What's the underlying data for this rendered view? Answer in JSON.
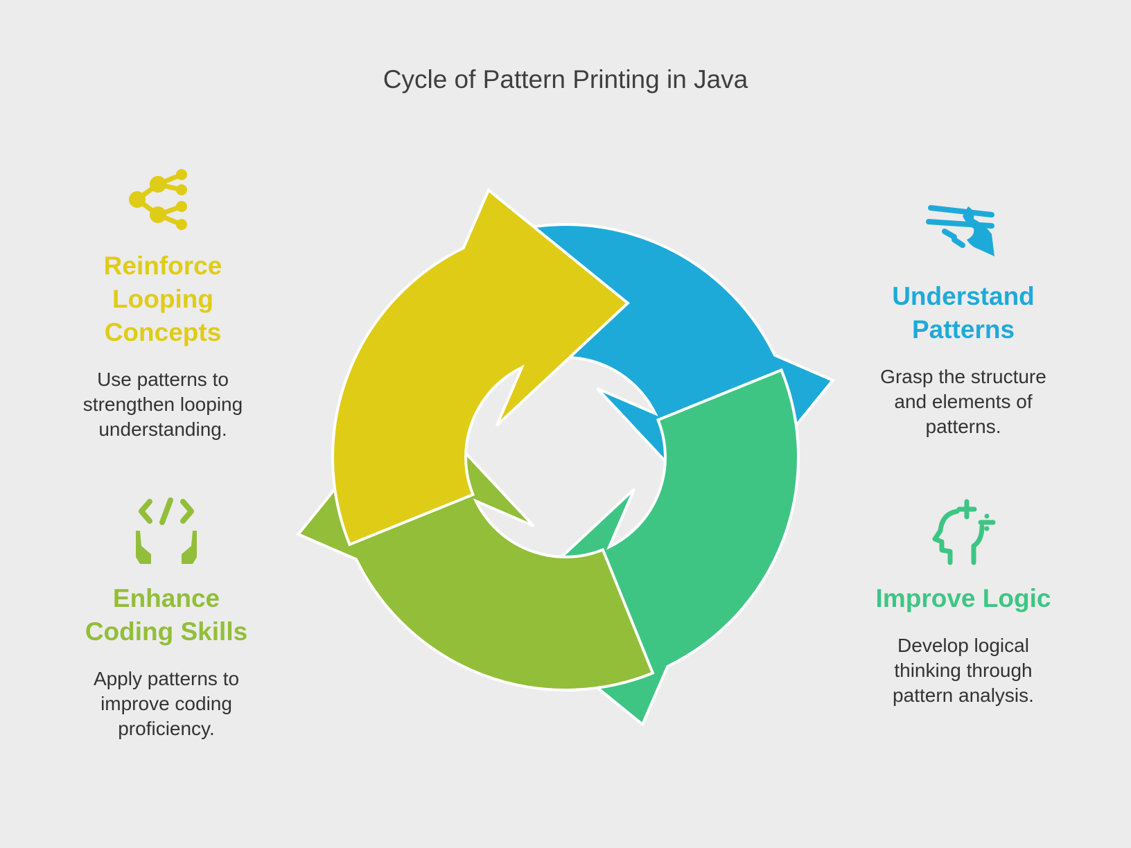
{
  "title": "Cycle of Pattern Printing in Java",
  "colors": {
    "background": "#ececec",
    "blue": "#1eaad9",
    "green": "#3ec584",
    "lime": "#92be3a",
    "yellow": "#dfcc17"
  },
  "steps": [
    {
      "heading": "Understand\nPatterns",
      "description": "Grasp the structure\nand elements of\npatterns.",
      "icon": "hand-strings-icon",
      "color": "#1eaad9"
    },
    {
      "heading": "Improve Logic",
      "description": "Develop logical\nthinking through\npattern analysis.",
      "icon": "head-math-icon",
      "color": "#3ec584"
    },
    {
      "heading": "Enhance\nCoding Skills",
      "description": "Apply patterns to\nimprove coding\nproficiency.",
      "icon": "code-hands-icon",
      "color": "#92be3a"
    },
    {
      "heading": "Reinforce\nLooping\nConcepts",
      "description": "Use patterns to\nstrengthen looping\nunderstanding.",
      "icon": "branch-nodes-icon",
      "color": "#dfcc17"
    }
  ]
}
